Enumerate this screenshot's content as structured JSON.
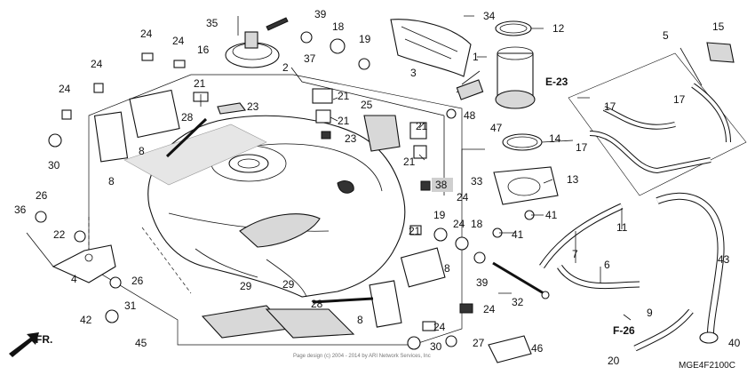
{
  "diagram": {
    "drawing_code": "MGE4F2100C",
    "copyright": "Page design (c) 2004 - 2014 by ARI Network Services, Inc",
    "front_label": "FR.",
    "ref_labels": {
      "e23": "E-23",
      "f26": "F-26"
    },
    "callouts": {
      "c1": "1",
      "c2": "2",
      "c3": "3",
      "c4": "4",
      "c5": "5",
      "c6": "6",
      "c7": "7",
      "c8a": "8",
      "c8b": "8",
      "c8c": "8",
      "c8d": "8",
      "c9": "9",
      "c11": "11",
      "c12": "12",
      "c13": "13",
      "c14": "14",
      "c15": "15",
      "c16": "16",
      "c17a": "17",
      "c17b": "17",
      "c17c": "17",
      "c18a": "18",
      "c18b": "18",
      "c19a": "19",
      "c19b": "19",
      "c20": "20",
      "c21a": "21",
      "c21b": "21",
      "c21c": "21",
      "c21d": "21",
      "c21e": "21",
      "c21f": "21",
      "c22": "22",
      "c23a": "23",
      "c23b": "23",
      "c24a": "24",
      "c24b": "24",
      "c24c": "24",
      "c24d": "24",
      "c24e": "24",
      "c24f": "24",
      "c24g": "24",
      "c24h": "24",
      "c25": "25",
      "c26a": "26",
      "c26b": "26",
      "c27": "27",
      "c28a": "28",
      "c28b": "28",
      "c29a": "29",
      "c29b": "29",
      "c30a": "30",
      "c30b": "30",
      "c31": "31",
      "c32": "32",
      "c33": "33",
      "c34": "34",
      "c35": "35",
      "c36": "36",
      "c37": "37",
      "c38": "38",
      "c39a": "39",
      "c39b": "39",
      "c40": "40",
      "c41a": "41",
      "c41b": "41",
      "c42": "42",
      "c43": "43",
      "c45": "45",
      "c46": "46",
      "c47": "47",
      "c48": "48"
    }
  }
}
